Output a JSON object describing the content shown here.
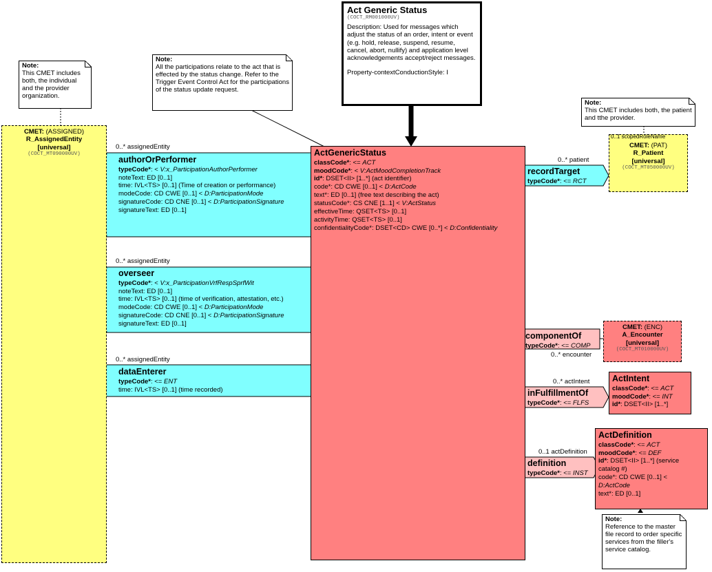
{
  "title_box": {
    "title": "Act Generic Status",
    "code": "(COCT_RM001000UV)",
    "description": "Description: Used for messages which adjust the status of an order, intent or event (e.g. hold, release, suspend, resume, cancel, abort, nullify) and application level acknowledgements accept/reject messages.",
    "property": "Property-contextConductionStyle: I"
  },
  "notes": {
    "assigned_note": {
      "title": "Note:",
      "text": "This CMET includes both, the individual and the provider organization."
    },
    "participation_note": {
      "title": "Note:",
      "text": "All the participations relate to the act that is effected by the status change. Refer to the Trigger Event Control Act for the participations of the status update request."
    },
    "patient_note": {
      "title": "Note:",
      "text": "This CMET includes both, the patient and tthe provider."
    },
    "definition_note": {
      "title": "Note:",
      "text": "Reference to the master file record to order specific services from the filler's service catalog."
    }
  },
  "cmet_assigned": {
    "prefix": "CMET:",
    "kind": "(ASSIGNED)",
    "name": "R_AssignedEntity",
    "flavor": "[universal]",
    "code": "(COCT_MT090000UV)"
  },
  "cmet_patient": {
    "prefix": "CMET:",
    "kind": "(PAT)",
    "name": "R_Patient",
    "flavor": "[universal]",
    "code": "(COCT_MT050000UV)",
    "overlay": "0..1 scopedRoleName"
  },
  "cmet_encounter": {
    "prefix": "CMET:",
    "kind": "(ENC)",
    "name": "A_Encounter",
    "flavor": "[universal]",
    "code": "(COCT_MT010000UV)"
  },
  "main": {
    "name": "ActGenericStatus",
    "attrs": [
      {
        "n": "classCode*",
        "v": ": <= ",
        "t": "ACT",
        "bold": true
      },
      {
        "n": "moodCode*",
        "v": ": < ",
        "t": "V:ActMoodCompletionTrack",
        "bold": true
      },
      {
        "n": "id*",
        "v": ": DSET<II> [1..*] (act identifier)",
        "t": "",
        "bold": true
      },
      {
        "n": "code*",
        "v": ": CD CWE [0..1] < ",
        "t": "D:ActCode",
        "bold": false
      },
      {
        "n": "text*",
        "v": ": ED [0..1] (free text describing the act)",
        "t": "",
        "bold": false
      },
      {
        "n": "statusCode*",
        "v": ": CS CNE [1..1] < ",
        "t": "V:ActStatus",
        "bold": false
      },
      {
        "n": "effectiveTime",
        "v": ": QSET<TS> [0..1]",
        "t": "",
        "bold": false
      },
      {
        "n": "activityTime",
        "v": ": QSET<TS> [0..1]",
        "t": "",
        "bold": false
      },
      {
        "n": "confidentialityCode*",
        "v": ": DSET<CD> CWE [0..*] < ",
        "t": "D:Confidentiality",
        "bold": false
      }
    ]
  },
  "author": {
    "mult": "0..* assignedEntity",
    "name": "authorOrPerformer",
    "type_n": "typeCode*",
    "type_v": ": < ",
    "type_t": "V:x_ParticipationAuthorPerformer",
    "lines": [
      "noteText: ED [0..1]",
      "time: IVL<TS> [0..1] (Time of creation or performance)",
      "modeCode: CD CWE [0..1] < ",
      "signatureCode: CD CNE [0..1] < ",
      "signatureText: ED [0..1]"
    ],
    "mode_t": "D:ParticipationMode",
    "sig_t": "D:ParticipationSignature"
  },
  "overseer": {
    "mult": "0..* assignedEntity",
    "name": "overseer",
    "type_n": "typeCode*",
    "type_v": ": < ",
    "type_t": "V:x_ParticipationVrfRespSprfWit",
    "lines": [
      "noteText: ED [0..1]",
      "time: IVL<TS> [0..1] (time of verification, attestation, etc.)",
      "modeCode: CD CWE [0..1] < ",
      "signatureCode: CD CNE [0..1] < ",
      "signatureText: ED [0..1]"
    ],
    "mode_t": "D:ParticipationMode",
    "sig_t": "D:ParticipationSignature"
  },
  "data_enterer": {
    "mult": "0..* assignedEntity",
    "name": "dataEnterer",
    "type_n": "typeCode*",
    "type_v": ": <= ",
    "type_t": "ENT",
    "line": "time: IVL<TS> [0..1] (time recorded)"
  },
  "record_target": {
    "mult": "0..* patient",
    "name": "recordTarget",
    "type_n": "typeCode*",
    "type_v": ": <= ",
    "type_t": "RCT"
  },
  "component_of": {
    "mult": "0..* encounter",
    "name": "componentOf",
    "type_n": "typeCode*",
    "type_v": ": <= ",
    "type_t": "COMP"
  },
  "in_fulfillment": {
    "mult": "0..* actIntent",
    "name": "inFulfillmentOf",
    "type_n": "typeCode*",
    "type_v": ": <= ",
    "type_t": "FLFS"
  },
  "definition": {
    "mult": "0..1 actDefinition",
    "name": "definition",
    "type_n": "typeCode*",
    "type_v": ": <= ",
    "type_t": "INST"
  },
  "act_intent": {
    "name": "ActIntent",
    "class_n": "classCode*",
    "class_v": ": <= ",
    "class_t": "ACT",
    "mood_n": "moodCode*",
    "mood_v": ": <= ",
    "mood_t": "INT",
    "id_n": "id*",
    "id_v": ": DSET<II> [1..*]"
  },
  "act_definition": {
    "name": "ActDefinition",
    "class_n": "classCode*",
    "class_v": ": <= ",
    "class_t": "ACT",
    "mood_n": "moodCode*",
    "mood_v": ": <= ",
    "mood_t": "DEF",
    "id_n": "id*",
    "id_v": ": DSET<II> [1..*] (service catalog #)",
    "code_v": "code*: CD CWE [0..1] < ",
    "code_t": "D:ActCode",
    "text_v": "text*: ED [0..1]"
  },
  "colors": {
    "act": "#ff8080",
    "participation": "#80ffff",
    "cmet": "#ffff80",
    "act_relation": "#ffc0c0"
  }
}
